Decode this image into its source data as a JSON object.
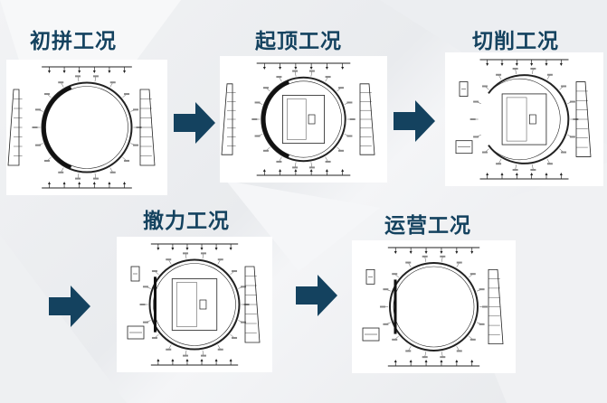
{
  "stages": [
    {
      "id": "s1",
      "title": "初拼工况"
    },
    {
      "id": "s2",
      "title": "起顶工况"
    },
    {
      "id": "s3",
      "title": "切削工况"
    },
    {
      "id": "s4",
      "title": "撤力工况"
    },
    {
      "id": "s5",
      "title": "运营工况"
    }
  ],
  "colors": {
    "title": "#14425f",
    "arrow": "#14425f",
    "panel_bg": "#ffffff",
    "line": "#222222"
  },
  "icons": [
    "right-arrow-icon"
  ]
}
